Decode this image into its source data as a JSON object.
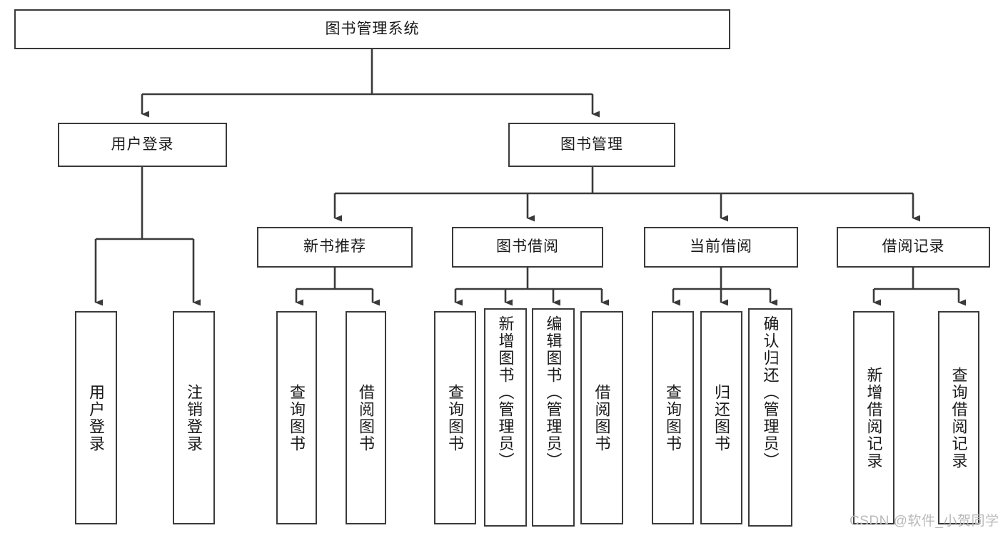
{
  "diagram": {
    "type": "tree-hierarchy-chart",
    "title_node": {
      "label": "图书管理系统"
    },
    "level2": [
      {
        "id": "user-login",
        "label": "用户登录"
      },
      {
        "id": "book-manage",
        "label": "图书管理"
      }
    ],
    "level3": [
      {
        "id": "new-book-recommend",
        "label": "新书推荐"
      },
      {
        "id": "book-borrow",
        "label": "图书借阅"
      },
      {
        "id": "current-borrow",
        "label": "当前借阅"
      },
      {
        "id": "borrow-record",
        "label": "借阅记录"
      }
    ],
    "leaves": [
      {
        "id": "leaf-user-login",
        "label": "用户登录"
      },
      {
        "id": "leaf-logout-login",
        "label": "注销登录"
      },
      {
        "id": "leaf-query-book-1",
        "label": "查询图书"
      },
      {
        "id": "leaf-borrow-book-1",
        "label": "借阅图书"
      },
      {
        "id": "leaf-query-book-2",
        "label": "查询图书"
      },
      {
        "id": "leaf-add-book",
        "label": "新增图书（管理员）"
      },
      {
        "id": "leaf-edit-book",
        "label": "编辑图书（管理员）"
      },
      {
        "id": "leaf-borrow-book-2",
        "label": "借阅图书"
      },
      {
        "id": "leaf-query-book-3",
        "label": "查询图书"
      },
      {
        "id": "leaf-return-book",
        "label": "归还图书"
      },
      {
        "id": "leaf-confirm-return",
        "label": "确认归还（管理员）"
      },
      {
        "id": "leaf-add-record",
        "label": "新增借阅记录"
      },
      {
        "id": "leaf-query-record",
        "label": "查询借阅记录"
      }
    ],
    "watermark": "CSDN @软件_小贺同学",
    "colors": {
      "border": "#3a3a3a",
      "line": "#3a3a3a",
      "background": "#ffffff",
      "text": "#1a1a1a",
      "watermark": "#b9b9b9"
    }
  }
}
